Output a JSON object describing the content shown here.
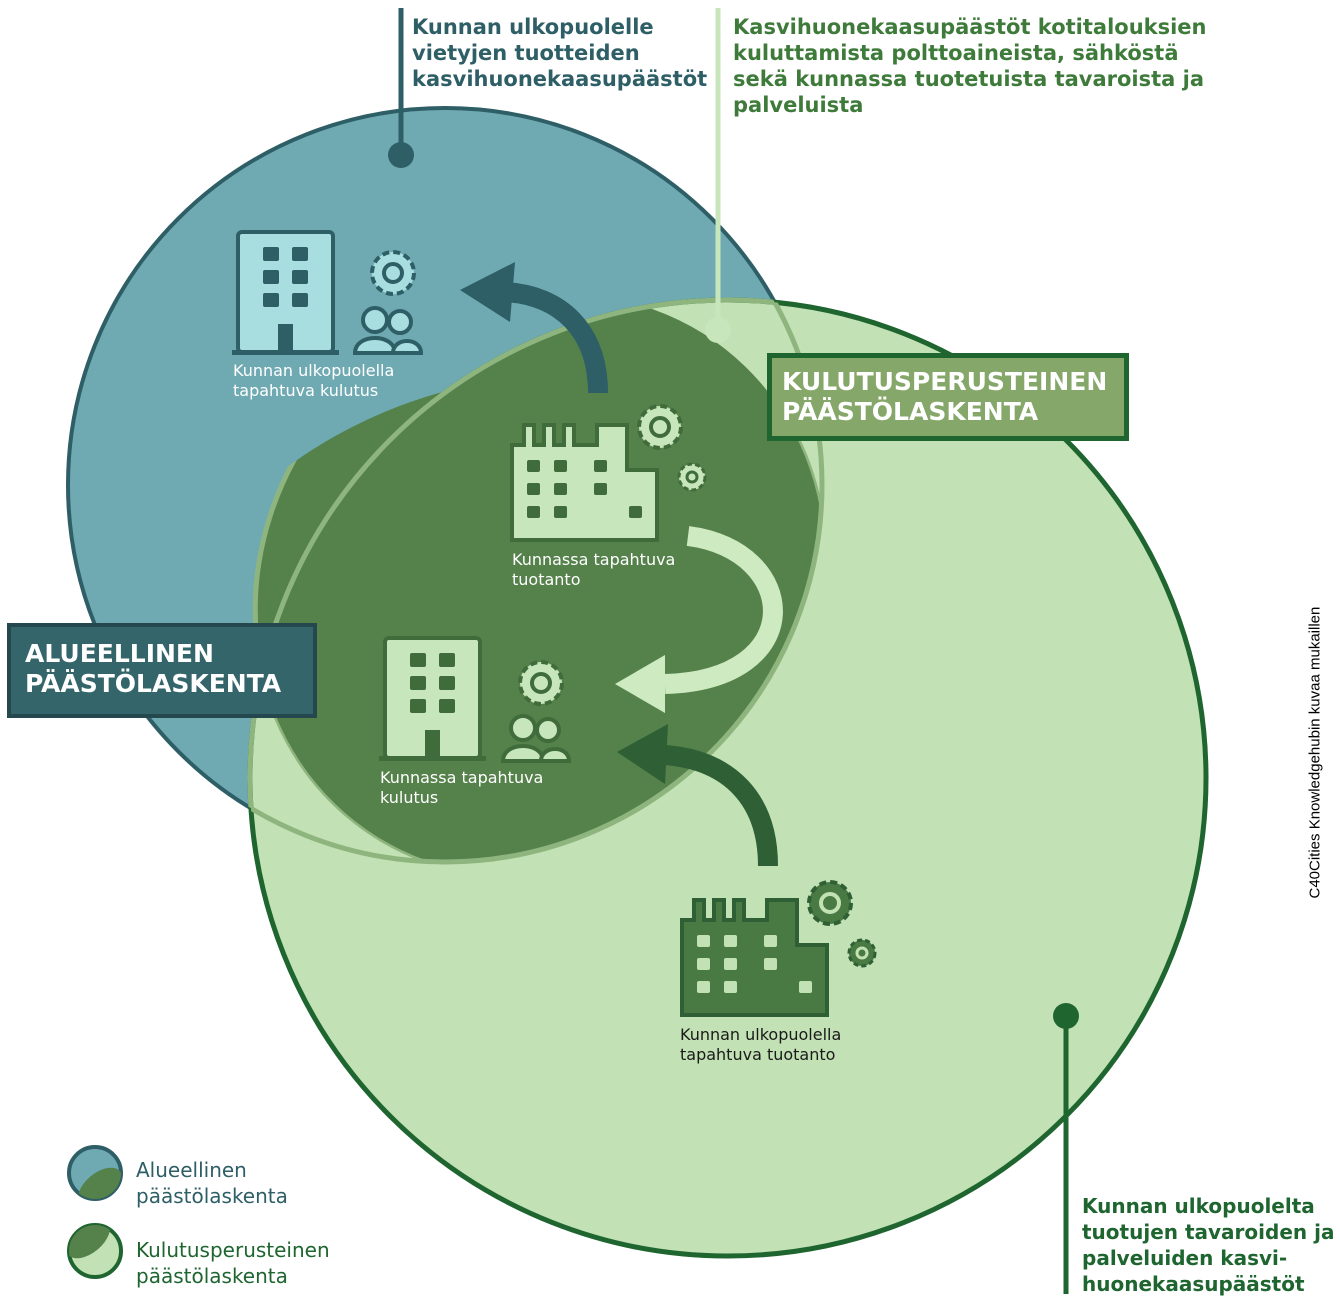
{
  "annotations": {
    "top_left": [
      "Kunnan ulkopuolelle",
      "vietyjen tuotteiden",
      "kasvihuonekaasupäästöt"
    ],
    "top_right": [
      "Kasvihuonekaasupäästöt kotitalouksien",
      "kuluttamista polttoaineista, sähköstä",
      "sekä kunnassa tuotetuista tavaroista ja",
      "palveluista"
    ],
    "bottom_right": [
      "Kunnan ulkopuolelta",
      "tuotujen tavaroiden ja",
      "palveluiden kasvi-",
      "huonekaasupäästöt"
    ]
  },
  "boxes": {
    "territorial": [
      "ALUEELLINEN",
      "PÄÄSTÖLASKENTA"
    ],
    "consumption": [
      "KULUTUSPERUSTEINEN",
      "PÄÄSTÖLASKENTA"
    ]
  },
  "nodes": {
    "outside_consumption": [
      "Kunnan ulkopuolella",
      "tapahtuva kulutus"
    ],
    "local_production": [
      "Kunnassa tapahtuva",
      "tuotanto"
    ],
    "local_consumption": [
      "Kunnassa tapahtuva",
      "kulutus"
    ],
    "outside_production": [
      "Kunnan ulkopuolella",
      "tapahtuva tuotanto"
    ]
  },
  "legend": {
    "territorial": [
      "Alueellinen",
      "päästölaskenta"
    ],
    "consumption": [
      "Kulutusperusteinen",
      "päästölaskenta"
    ]
  },
  "credit": "C40Cities Knowledgehubin  kuvaa mukaillen",
  "colors": {
    "territorial_circle": "#6FAAB3",
    "territorial_dark": "#2E5E66",
    "territorial_box": "#34656A",
    "consumption_circle": "#C2E1B5",
    "consumption_border": "#1E6530",
    "overlap": "#55814B",
    "overlap_border": "#8FB57E",
    "consumption_box": "#85A86A",
    "icon_light": "#A8DEE0",
    "icon_pale": "#C8E6BC",
    "icon_dark": "#4A7A43",
    "arrow_light": "#CDEAC0",
    "arrow_dark": "#2E5F35"
  },
  "icons": [
    "building-icon",
    "gear-icon",
    "people-icon",
    "factory-icon",
    "arrow-icon"
  ]
}
